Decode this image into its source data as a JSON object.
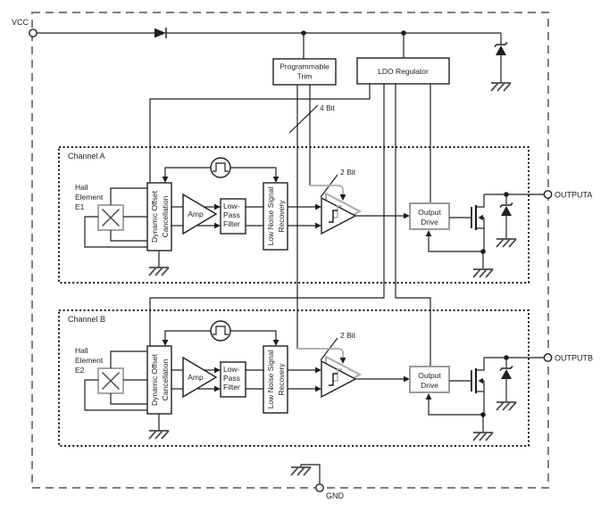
{
  "diagram": {
    "terminals": {
      "vcc_label": "VCC",
      "gnd_label": "GND",
      "output_a_label": "OUTPUTA",
      "output_b_label": "OUTPUTB"
    },
    "top_blocks": {
      "programmable_trim_line1": "Programmable",
      "programmable_trim_line2": "Trim",
      "ldo_regulator_label": "LDO Regulator"
    },
    "bus_labels": {
      "four_bit": "4 Bit",
      "two_bit_a": "2 Bit",
      "two_bit_b": "2 Bit"
    },
    "channel_a": {
      "title": "Channel A",
      "hall_line1": "Hall",
      "hall_line2": "Element",
      "hall_line3": "E1"
    },
    "channel_b": {
      "title": "Channel B",
      "hall_line1": "Hall",
      "hall_line2": "Element",
      "hall_line3": "E2"
    },
    "blocks": {
      "dynamic_offset_line1": "Dynamic Offset",
      "dynamic_offset_line2": "Cancellation",
      "amp_label": "Amp",
      "low_pass_line1": "Low-",
      "low_pass_line2": "Pass",
      "low_pass_line3": "Filter",
      "low_noise_line1": "Low Noise Signal",
      "low_noise_line2": "Recovery",
      "output_drive_line1": "Output",
      "output_drive_line2": "Drive"
    },
    "colors": {
      "line": "#1f1f1f",
      "gray_border": "#9c9c9c",
      "shadow_gray": "#ababab",
      "outer_dash": "#7f7f7f",
      "background": "#ffffff"
    }
  }
}
